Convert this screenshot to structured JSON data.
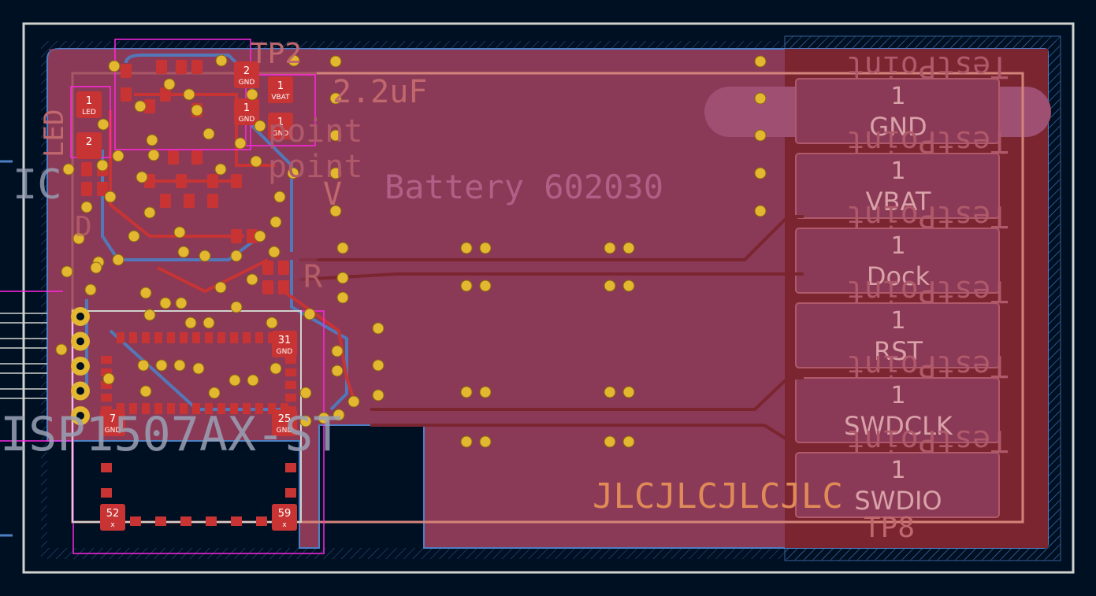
{
  "colors": {
    "background": "#001023",
    "board_fill": "#8a3a56",
    "zone_dark": "#7a2530",
    "copper_top": "#c83434",
    "copper_bottom": "#4d7fc4",
    "silk": "#f2eda1",
    "silk_fade": "#d4847a",
    "courtyard": "#ff26e2",
    "via": "#e3b72f",
    "edge": "#d0d2cd"
  },
  "silkscreen": {
    "battery_label": "Battery 602030",
    "jlc_label": "JLCJLCJLCJLC",
    "cap_value": "2.2uF",
    "module_name": "ISP1507AX-ST",
    "tp_top_ref": "TP2",
    "tp_bottom_ref": "TP8",
    "testpoint_word": "TestPoint",
    "testpoint_word_2": "point",
    "testpoint_word_3": "point",
    "left_ref": "IC",
    "led_ref": "LED",
    "misc_v": "V",
    "small_ref_b": "D",
    "small_ref_c": "R"
  },
  "testpoints": [
    {
      "pin": "1",
      "net": "GND"
    },
    {
      "pin": "1",
      "net": "VBAT"
    },
    {
      "pin": "1",
      "net": "Dock"
    },
    {
      "pin": "1",
      "net": "RST"
    },
    {
      "pin": "1",
      "net": "SWDCLK"
    },
    {
      "pin": "1",
      "net": "SWDIO"
    }
  ],
  "small_pads": [
    {
      "pin": "2",
      "net": "GND"
    },
    {
      "pin": "1",
      "net": "GND"
    },
    {
      "pin": "1",
      "net": "VBAT"
    },
    {
      "pin": "1",
      "net": "LED"
    },
    {
      "pin": "2",
      "net": ""
    },
    {
      "pin": "1",
      "net": "GND"
    },
    {
      "pin": "31",
      "net": "GND"
    },
    {
      "pin": "7",
      "net": "GND"
    },
    {
      "pin": "25",
      "net": "GND"
    },
    {
      "pin": "52",
      "net": "x"
    },
    {
      "pin": "59",
      "net": "x"
    }
  ]
}
